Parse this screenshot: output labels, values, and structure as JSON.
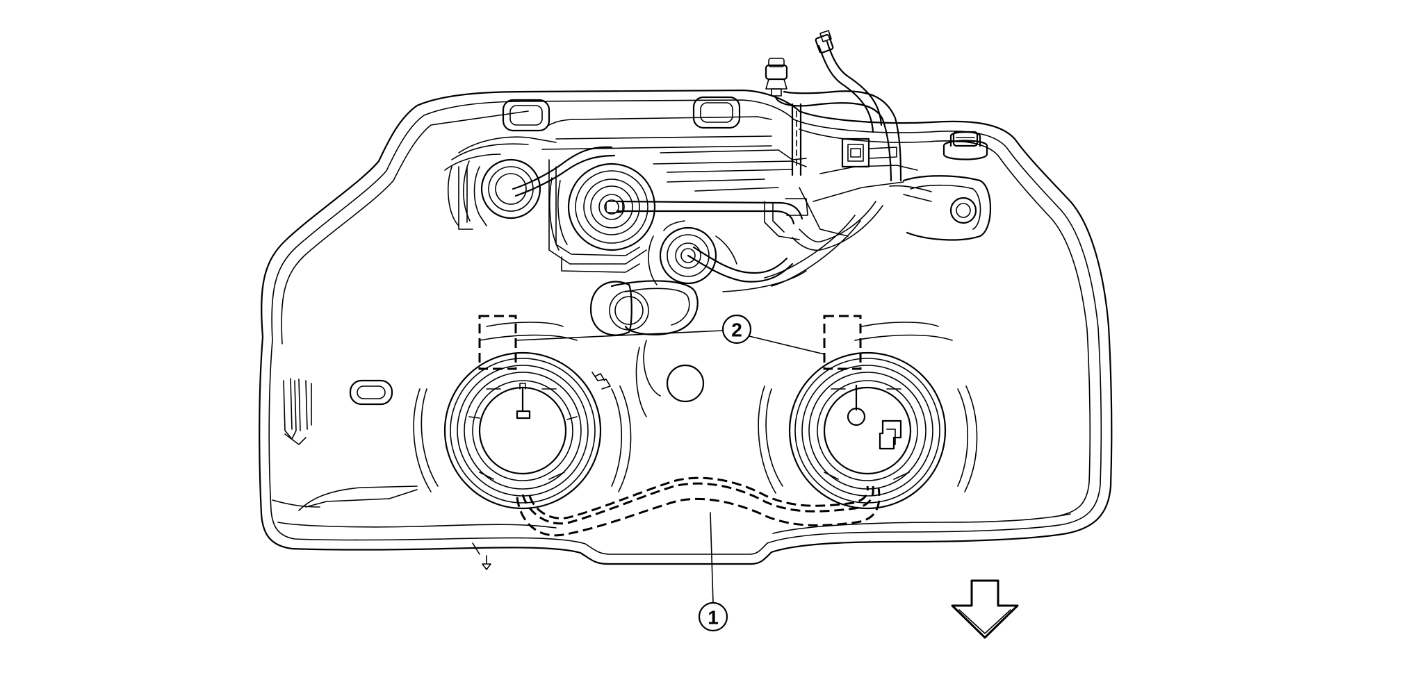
{
  "callouts": [
    {
      "id": "1",
      "label": "1"
    },
    {
      "id": "2",
      "label": "2"
    }
  ],
  "direction_arrow": {
    "icon": "down-arrow-icon"
  },
  "colors": {
    "line": "#000000",
    "background": "#ffffff"
  }
}
